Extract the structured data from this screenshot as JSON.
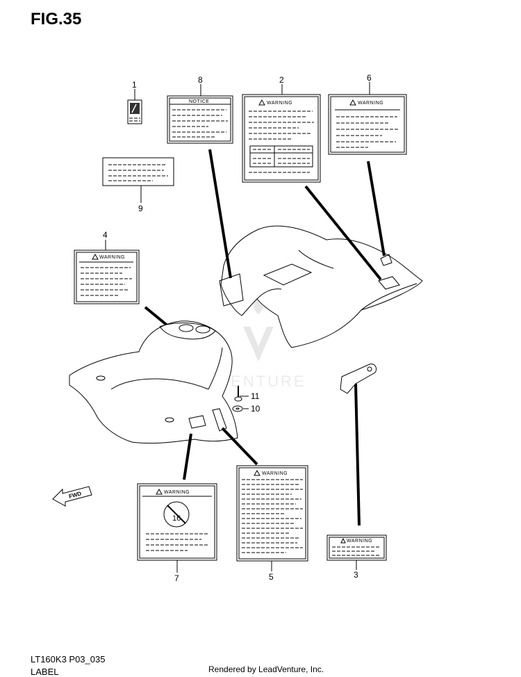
{
  "header": {
    "title": "FIG.35"
  },
  "footer": {
    "model_code": "LT160K3 P03_035",
    "section_name": "LABEL",
    "credit": "Rendered by LeadVenture, Inc."
  },
  "watermark": {
    "text": "LEADVENTURE"
  },
  "labels": {
    "warning": "WARNING",
    "notice": "NOTICE",
    "fwd": "FWD",
    "no_under": "16"
  },
  "callouts": [
    "1",
    "2",
    "3",
    "4",
    "5",
    "6",
    "7",
    "8",
    "9",
    "10",
    "11"
  ],
  "colors": {
    "line": "#000000",
    "watermark": "#c8c8c8",
    "background": "#ffffff"
  }
}
